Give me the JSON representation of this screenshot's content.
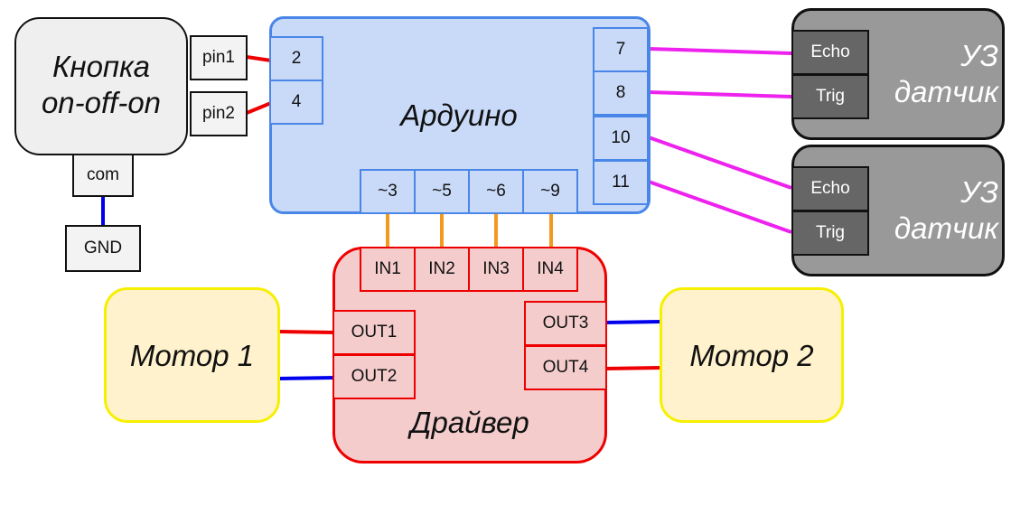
{
  "button": {
    "title": "Кнопка\non-off-on",
    "pin1": "pin1",
    "pin2": "pin2",
    "com": "com",
    "gnd": "GND"
  },
  "arduino": {
    "title": "Ардуино",
    "left_pins": [
      "2",
      "4"
    ],
    "right_pins": [
      "7",
      "8",
      "10",
      "11"
    ],
    "bottom_pins": [
      "~3",
      "~5",
      "~6",
      "~9"
    ]
  },
  "sensors": [
    {
      "title": "УЗ\nдатчик",
      "echo": "Echo",
      "trig": "Trig"
    },
    {
      "title": "УЗ\nдатчик",
      "echo": "Echo",
      "trig": "Trig"
    }
  ],
  "driver": {
    "title": "Драйвер",
    "inputs": [
      "IN1",
      "IN2",
      "IN3",
      "IN4"
    ],
    "out_left": [
      "OUT1",
      "OUT2"
    ],
    "out_right": [
      "OUT3",
      "OUT4"
    ]
  },
  "motors": [
    "Мотор 1",
    "Мотор 2"
  ],
  "colors": {
    "red_wire": "#ee0000",
    "blue_wire": "#0000ee",
    "magenta_wire": "#ee22ee",
    "orange_wire": "#f39a1e",
    "arduino_fill": "#c9daf8",
    "arduino_border": "#4a86e8",
    "driver_fill": "#f4cccc",
    "driver_border": "#ee0000",
    "motor_fill": "#fff2cc",
    "motor_border": "#f6f000",
    "sensor_fill": "#999999",
    "button_fill": "#efefef"
  }
}
